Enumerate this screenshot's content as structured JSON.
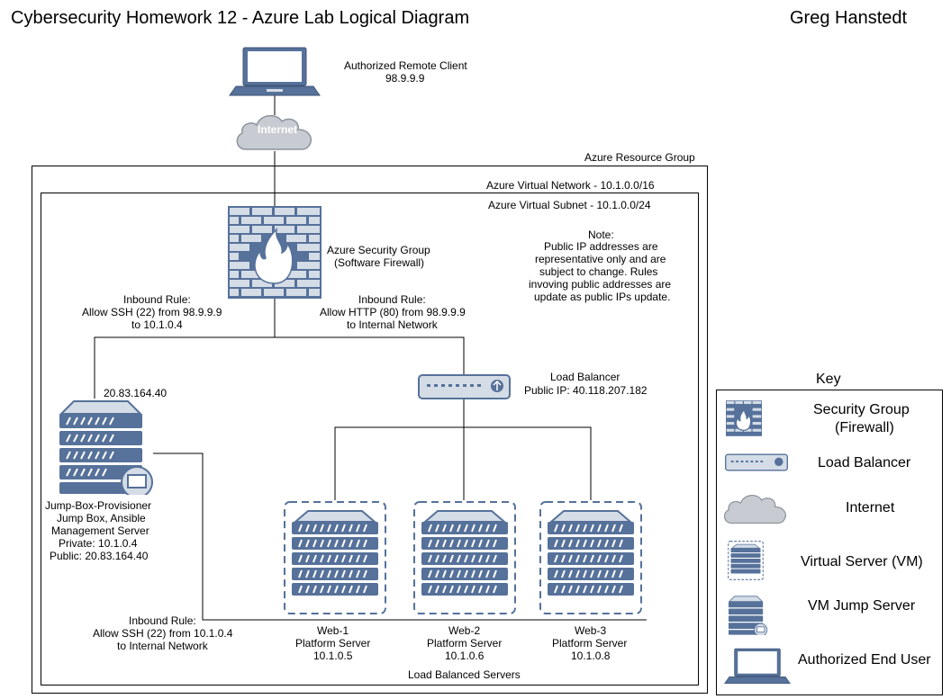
{
  "header": {
    "title": "Cybersecurity Homework 12 - Azure Lab Logical Diagram",
    "author": "Greg Hanstedt"
  },
  "client": {
    "label": "Authorized Remote Client",
    "ip": "98.9.9.9"
  },
  "internet": {
    "label": "Internet"
  },
  "containers": {
    "resource_group": "Azure Resource Group",
    "virtual_network": "Azure Virtual Network - 10.1.0.0/16",
    "virtual_subnet": "Azure Virtual Subnet - 10.1.0.0/24"
  },
  "security_group": {
    "line1": "Azure Security Group",
    "line2": "(Software Firewall)"
  },
  "note": {
    "title": "Note:",
    "lines": [
      "Public IP addresses are",
      "representative only and are",
      "subject to change.  Rules",
      "invoving public addresses are",
      "update as public IPs update."
    ]
  },
  "rules": {
    "ssh_in": [
      "Inbound Rule:",
      "Allow SSH (22) from 98.9.9.9",
      "to 10.1.0.4"
    ],
    "http_in": [
      "Inbound Rule:",
      "Allow HTTP (80) from 98.9.9.9",
      "to Internal Network"
    ],
    "ssh_internal": [
      "Inbound Rule:",
      "Allow SSH (22) from 10.1.0.4",
      "to Internal Network"
    ]
  },
  "load_balancer": {
    "label": "Load Balancer",
    "ip": "Public IP: 40.118.207.182"
  },
  "jump_box": {
    "public_ip_top": "20.83.164.40",
    "lines": [
      "Jump-Box-Provisioner",
      "Jump Box, Ansible",
      "Management Server",
      "Private: 10.1.0.4",
      "Public:  20.83.164.40"
    ]
  },
  "web_servers": [
    {
      "name": "Web-1",
      "role": "Platform Server",
      "ip": "10.1.0.5"
    },
    {
      "name": "Web-2",
      "role": "Platform Server",
      "ip": "10.1.0.6"
    },
    {
      "name": "Web-3",
      "role": "Platform Server",
      "ip": "10.1.0.8"
    }
  ],
  "web_group_label": "Load Balanced Servers",
  "key": {
    "title": "Key",
    "items": [
      {
        "label": "Security Group\n(Firewall)",
        "icon": "firewall-icon"
      },
      {
        "label": "Load Balancer",
        "icon": "load-balancer-icon"
      },
      {
        "label": "Internet",
        "icon": "cloud-icon"
      },
      {
        "label": "Virtual Server (VM)",
        "icon": "server-icon"
      },
      {
        "label": "VM Jump Server",
        "icon": "jump-server-icon"
      },
      {
        "label": "Authorized End User",
        "icon": "laptop-icon"
      }
    ]
  },
  "colors": {
    "icon_fill": "#56719A",
    "icon_light": "#D4DCE6",
    "cloud_fill": "#C8CCD2",
    "line": "#000000"
  }
}
